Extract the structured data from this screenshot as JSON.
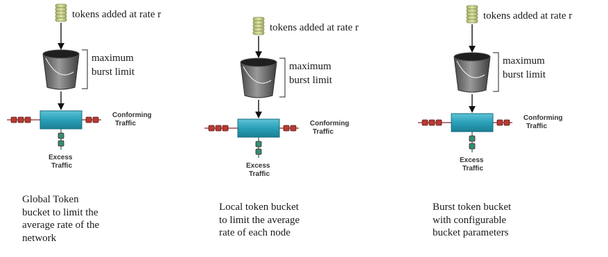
{
  "colors": {
    "token": "#c7cf86",
    "packet": "#b83a33",
    "packet_excess": "#2f8f77",
    "regulator": "#2aa0b8",
    "bucket": "#6e6e6e",
    "arrow": "#111111"
  },
  "icons": [
    "token-coin-stack-icon",
    "bucket-icon",
    "packet-icon",
    "regulator-box-icon"
  ],
  "panels": [
    {
      "token_label": "tokens added at rate r",
      "burst_label_line1": "maximum",
      "burst_label_line2": "burst limit",
      "conforming_line1": "Conforming",
      "conforming_line2": "Traffic",
      "excess_line1": "Excess",
      "excess_line2": "Traffic",
      "caption": "Global Token\nbucket to limit the\naverage rate of the\nnetwork"
    },
    {
      "token_label": "tokens added at rate r",
      "burst_label_line1": "maximum",
      "burst_label_line2": "burst limit",
      "conforming_line1": "Conforming",
      "conforming_line2": "Traffic",
      "excess_line1": "Excess",
      "excess_line2": "Traffic",
      "caption": "Local token bucket\nto limit the average\nrate of each node"
    },
    {
      "token_label": "tokens added at rate r",
      "burst_label_line1": "maximum",
      "burst_label_line2": "burst limit",
      "conforming_line1": "Conforming",
      "conforming_line2": "Traffic",
      "excess_line1": "Excess",
      "excess_line2": "Traffic",
      "caption": "Burst token bucket\nwith configurable\nbucket parameters"
    }
  ]
}
